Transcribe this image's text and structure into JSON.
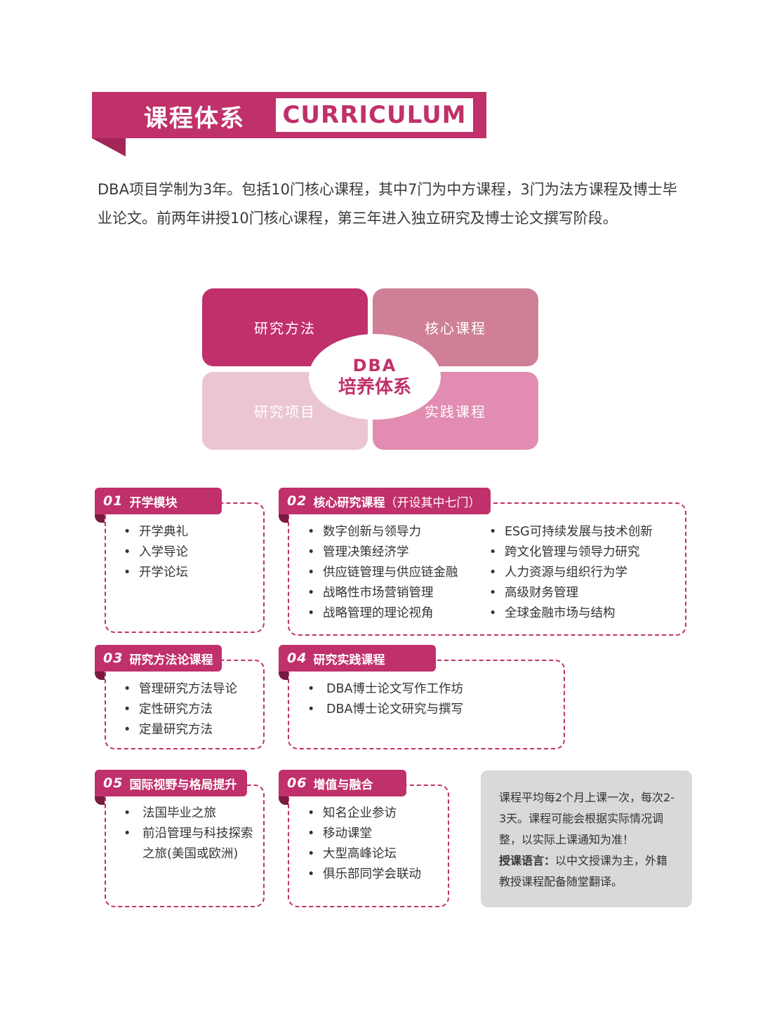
{
  "header": {
    "title_cn": "课程体系",
    "title_en": "CURRICULUM"
  },
  "intro": {
    "text": "DBA项目学制为3年。包括10门核心课程，其中7门为中方课程，3门为法方课程及博士毕业论文。前两年讲授10门核心课程，第三年进入独立研究及博士论文撰写阶段。"
  },
  "diagram": {
    "center_line1": "DBA",
    "center_line2": "培养体系",
    "quadrants": [
      "研究方法",
      "核心课程",
      "研究项目",
      "实践课程"
    ],
    "colors": [
      "#c0306a",
      "#cf8097",
      "#ebc6d1",
      "#e18cb0"
    ]
  },
  "modules": [
    {
      "num": "01",
      "title": "开学模块",
      "note": "",
      "items": [
        "开学典礼",
        "入学导论",
        "开学论坛"
      ]
    },
    {
      "num": "02",
      "title": "核心研究课程",
      "note": "（开设其中七门）",
      "items_left": [
        "数字创新与领导力",
        "管理决策经济学",
        "供应链管理与供应链金融",
        "战略性市场营销管理",
        "战略管理的理论视角"
      ],
      "items_right": [
        "ESG可持续发展与技术创新",
        "跨文化管理与领导力研究",
        "人力资源与组织行为学",
        "高级财务管理",
        "全球金融市场与结构"
      ]
    },
    {
      "num": "03",
      "title": "研究方法论课程",
      "note": "",
      "items": [
        "管理研究方法导论",
        "定性研究方法",
        "定量研究方法"
      ]
    },
    {
      "num": "04",
      "title": "研究实践课程",
      "note": "",
      "items": [
        "DBA博士论文写作工作坊",
        "DBA博士论文研究与撰写"
      ]
    },
    {
      "num": "05",
      "title": "国际视野与格局提升",
      "note": "",
      "items": [
        "法国毕业之旅",
        "前沿管理与科技探索之旅(美国或欧洲)"
      ]
    },
    {
      "num": "06",
      "title": "增值与融合",
      "note": "",
      "items": [
        "知名企业参访",
        "移动课堂",
        "大型高峰论坛",
        "俱乐部同学会联动"
      ]
    }
  ],
  "note_box": {
    "text1": "课程平均每2个月上课一次，每次2-3天。课程可能会根据实际情况调整，以实际上课通知为准！",
    "label": "授课语言：",
    "text2": "以中文授课为主，外籍教授课程配备随堂翻译。"
  },
  "brand_color": "#c0306a"
}
